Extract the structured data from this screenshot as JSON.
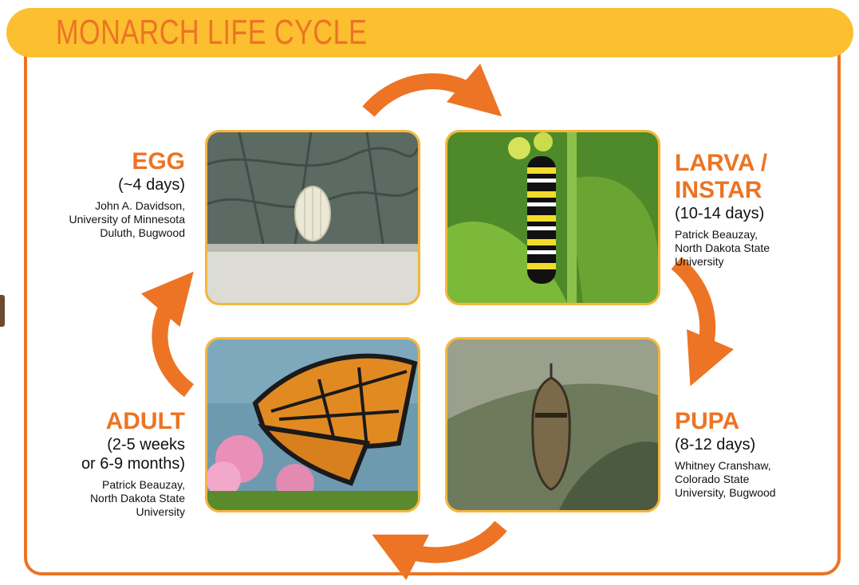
{
  "title": "MONARCH LIFE CYCLE",
  "colors": {
    "accent": "#ec7424",
    "banner": "#fbbf30",
    "photo_border": "#f6b63a"
  },
  "stages": {
    "egg": {
      "name": "EGG",
      "duration": "(~4 days)",
      "credit": [
        "John A. Davidson,",
        "University of Minnesota",
        "Duluth, Bugwood"
      ]
    },
    "larva": {
      "name": "LARVA / INSTAR",
      "duration": "(10-14 days)",
      "credit": [
        "Patrick Beauzay,",
        "North Dakota State",
        "University"
      ]
    },
    "pupa": {
      "name": "PUPA",
      "duration": "(8-12 days)",
      "credit": [
        "Whitney Cranshaw,",
        "Colorado State",
        "University, Bugwood"
      ]
    },
    "adult": {
      "name": "ADULT",
      "duration": [
        "(2-5 weeks",
        "or 6-9 months)"
      ],
      "credit": [
        "Patrick Beauzay,",
        "North Dakota State",
        "University"
      ]
    }
  }
}
